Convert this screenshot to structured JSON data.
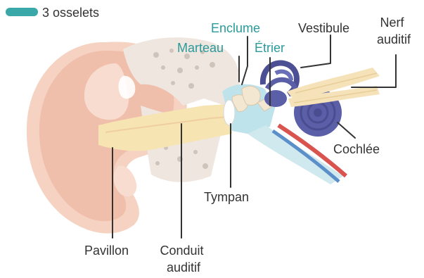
{
  "legend": {
    "label": "3 osselets",
    "color": "#3aa8a8"
  },
  "labels": {
    "enclume": "Enclume",
    "marteau": "Marteau",
    "etrier": "Étrier",
    "vestibule": "Vestibule",
    "nerf_auditif": [
      "Nerf",
      "auditif"
    ],
    "cochlee": "Cochlée",
    "tympan": "Tympan",
    "pavillon": "Pavillon",
    "conduit_auditif": [
      "Conduit",
      "auditif"
    ]
  },
  "colors": {
    "ossicle_label": "#2a9a9a",
    "text": "#333333",
    "skin": "#f3c8b4",
    "canal": "#f7e4b3",
    "bone": "#efe6df",
    "cochlea": "#5a5fa8",
    "middle_ear": "#bfe3ea",
    "nerve": "#f5e2b8",
    "vessel_red": "#d9534f",
    "vessel_blue": "#5b8fc9"
  }
}
